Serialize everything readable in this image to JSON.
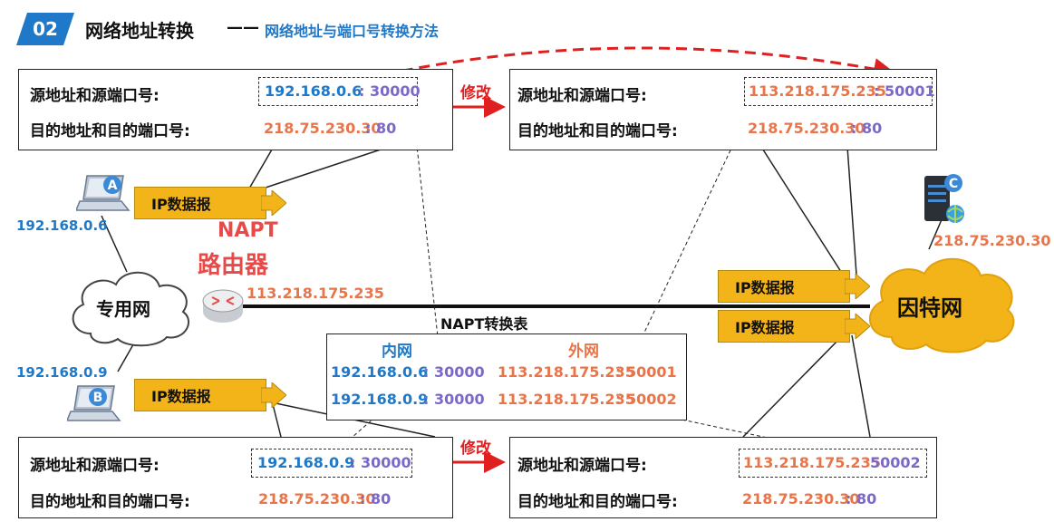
{
  "header": {
    "number": "02",
    "title": "网络地址转换",
    "dash": "——",
    "subtitle": "网络地址与端口号转换方法"
  },
  "labels": {
    "src": "源地址和源端口号:",
    "dst": "目的地址和目的端口号:",
    "datagram": "IP数据报",
    "modify": "修改",
    "napt_line1": "NAPT",
    "napt_line2": "路由器",
    "private_net": "专用网",
    "internet": "因特网",
    "table_title": "NAPT转换表",
    "col_inner": "内网",
    "col_outer": "外网",
    "host_a": "A",
    "host_b": "B",
    "host_c": "C"
  },
  "top_left": {
    "src_ip": "192.168.0.6",
    "src_port": "30000",
    "dst_ip": "218.75.230.30",
    "dst_port": "80"
  },
  "top_right": {
    "src_ip": "113.218.175.235",
    "src_port": "50001",
    "dst_ip": "218.75.230.30",
    "dst_port": "80"
  },
  "bottom_left": {
    "src_ip": "192.168.0.9",
    "src_port": "30000",
    "dst_ip": "218.75.230.30",
    "dst_port": "80"
  },
  "bottom_right": {
    "src_ip": "113.218.175.235",
    "src_port": "50002",
    "dst_ip": "218.75.230.30",
    "dst_port": "80"
  },
  "hosts": {
    "a_ip": "192.168.0.6",
    "b_ip": "192.168.0.9",
    "c_ip": "218.75.230.30",
    "router_ip": "113.218.175.235"
  },
  "napt_table": {
    "rows": [
      {
        "in_ip": "192.168.0.6",
        "in_port": "30000",
        "out_ip": "113.218.175.235",
        "out_port": "50001"
      },
      {
        "in_ip": "192.168.0.9",
        "in_port": "30000",
        "out_ip": "113.218.175.235",
        "out_port": "50002"
      }
    ]
  },
  "colors": {
    "blue": "#1f78c8",
    "orange": "#e8754a",
    "purple": "#7b68c8",
    "red": "#e02020",
    "datagram": "#f2b418"
  }
}
